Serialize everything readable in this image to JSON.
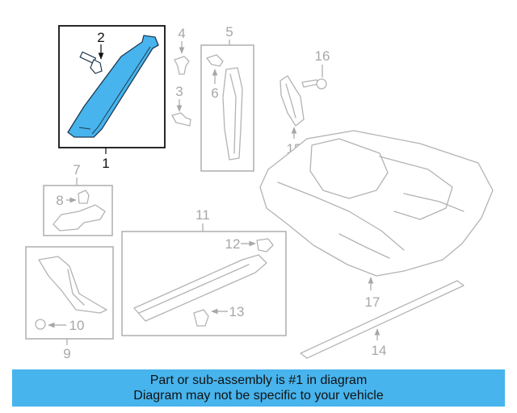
{
  "callouts": {
    "c1": "1",
    "c2": "2",
    "c3": "3",
    "c4": "4",
    "c5": "5",
    "c6": "6",
    "c7": "7",
    "c8": "8",
    "c9": "9",
    "c10": "10",
    "c11": "11",
    "c12": "12",
    "c13": "13",
    "c14": "14",
    "c15": "15",
    "c16": "16",
    "c17": "17"
  },
  "banner": {
    "line1": "Part or sub-assembly is #1 in diagram",
    "line2": "Diagram may not be specific to your vehicle"
  },
  "colors": {
    "highlight": "#47b4ed",
    "banner": "#47b4ed",
    "outline": "#b3b3b3"
  }
}
